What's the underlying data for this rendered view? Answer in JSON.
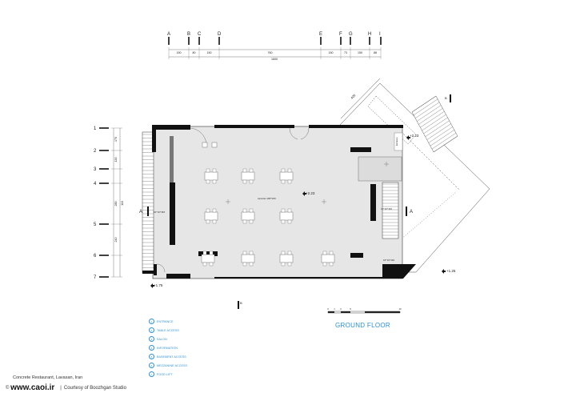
{
  "grid": {
    "columns": [
      "A",
      "B",
      "C",
      "D",
      "E",
      "F",
      "G",
      "H",
      "I"
    ],
    "column_dims": [
      "150",
      "80",
      "150",
      "760",
      "150",
      "73",
      "150",
      "88"
    ],
    "column_total": "1600",
    "rows": [
      "1",
      "2",
      "3",
      "4",
      "5",
      "6",
      "7"
    ],
    "row_dims": [
      "170",
      "130",
      "",
      "280",
      "240",
      "",
      "168"
    ],
    "row_dims_extra": "110"
  },
  "annotations": {
    "level_main": "+2.23",
    "level_right": "+2.23",
    "level_bottom_left": "+1.75",
    "level_bottom_right": "+1.25",
    "floor_note": "ceramic 100*100",
    "section_a": "A",
    "section_b": "B",
    "stair_left": "10*16*283",
    "stair_right": "12*16*245",
    "stair_right_bottom": "10*16*240",
    "dim_ramp": "426",
    "label_entrance_top": "Entrance"
  },
  "legend": [
    {
      "num": "1",
      "label": "ENTRANCE"
    },
    {
      "num": "2",
      "label": "TABLE ACCESS"
    },
    {
      "num": "3",
      "label": "SALON"
    },
    {
      "num": "4",
      "label": "INFORMATION"
    },
    {
      "num": "5",
      "label": "BASEMENT ACCESS"
    },
    {
      "num": "6",
      "label": "MEZZANINE ACCESS"
    },
    {
      "num": "7",
      "label": "FOOD LIFT"
    }
  ],
  "scale_bar": {
    "ticks": [
      "0",
      "1",
      "2",
      "5",
      "10"
    ]
  },
  "title": "GROUND FLOOR",
  "caption": "Concrete Restaurant, Lavasan, Iran",
  "credit": {
    "site": "www.caoi.ir",
    "separator": "|",
    "text": "Courtesy of Boozhgan Studio"
  },
  "colors": {
    "accent": "#2a8fd4",
    "wall": "#111111",
    "floor": "#e6e6e6"
  }
}
